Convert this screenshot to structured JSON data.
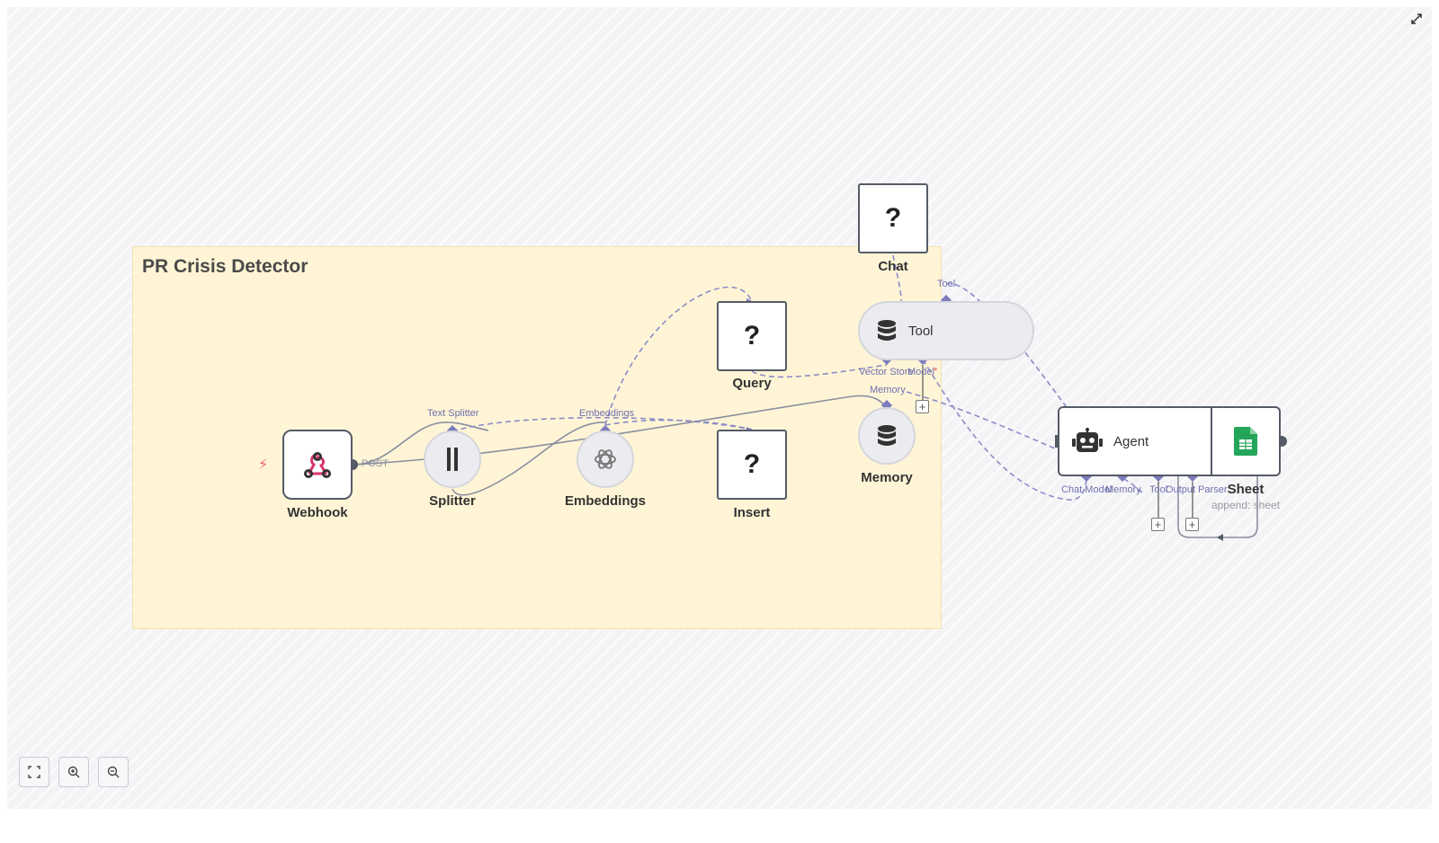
{
  "sticky": {
    "title": "PR Crisis Detector"
  },
  "nodes": {
    "webhook": {
      "label": "Webhook",
      "output_label": "POST"
    },
    "splitter": {
      "label": "Splitter",
      "port_label": "Text Splitter"
    },
    "embeddings": {
      "label": "Embeddings",
      "port_label": "Embeddings"
    },
    "query": {
      "label": "Query",
      "symbol": "?"
    },
    "insert": {
      "label": "Insert",
      "symbol": "?"
    },
    "chat": {
      "label": "Chat",
      "symbol": "?"
    },
    "tool": {
      "label": "Tool",
      "port_top": "Tool",
      "port_vector": "Vector Store",
      "port_model": "Model",
      "model_required": "*"
    },
    "memory": {
      "label": "Memory",
      "port_label": "Memory"
    },
    "agent": {
      "label": "Agent",
      "port_chat": "Chat Model",
      "port_memory": "Memory",
      "port_tool": "Tool",
      "port_parser": "Output Parser"
    },
    "sheet": {
      "label": "Sheet",
      "subtitle": "append: sheet"
    }
  },
  "controls": {
    "fit": "fit-view",
    "zoom_in": "zoom-in",
    "zoom_out": "zoom-out"
  },
  "colors": {
    "sticky_bg": "#fff5d6",
    "edge": "#8a8fa0",
    "ai_edge": "#8c8cc8",
    "sheets_green": "#23a55a",
    "webhook_pink": "#d9346b"
  }
}
